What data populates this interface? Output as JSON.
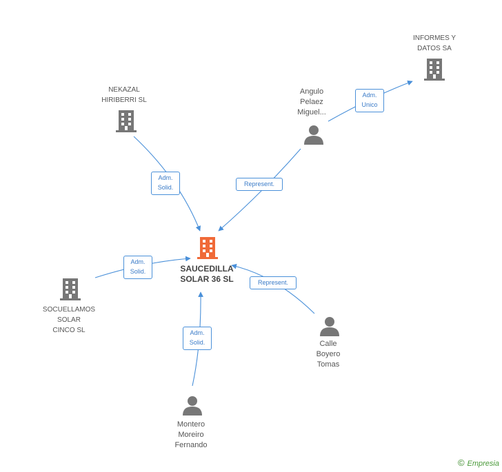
{
  "nodes": {
    "center": {
      "label": "SAUCEDILLA\nSOLAR 36 SL",
      "icon": "building-icon",
      "color": "#f06a38"
    },
    "nekazal": {
      "label": "NEKAZAL\nHIRIBERRI  SL",
      "icon": "building-icon",
      "color": "#777777"
    },
    "informes": {
      "label": "INFORMES Y\nDATOS SA",
      "icon": "building-icon",
      "color": "#777777"
    },
    "angulo": {
      "label": "Angulo\nPelaez\nMiguel...",
      "icon": "person-icon",
      "color": "#777777"
    },
    "socuellamos": {
      "label": "SOCUELLAMOS\nSOLAR\nCINCO  SL",
      "icon": "building-icon",
      "color": "#777777"
    },
    "calle": {
      "label": "Calle\nBoyero\nTomas",
      "icon": "person-icon",
      "color": "#777777"
    },
    "montero": {
      "label": "Montero\nMoreiro\nFernando",
      "icon": "person-icon",
      "color": "#777777"
    }
  },
  "edges": {
    "nekazal_center": "Adm.\nSolid.",
    "angulo_center": "Represent.",
    "angulo_informes": "Adm.\nUnico",
    "socuellamos_center": "Adm.\nSolid.",
    "calle_center": "Represent.",
    "montero_center": "Adm.\nSolid."
  },
  "colors": {
    "edge": "#4a90d9",
    "edge_text": "#3a7bc8"
  },
  "brand": {
    "copyright": "©",
    "name": "Empresia"
  }
}
